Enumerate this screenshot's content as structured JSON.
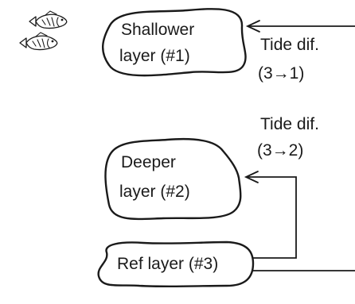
{
  "layers": {
    "shallow": {
      "line1": "Shallower",
      "line2": "layer (#1)"
    },
    "deeper": {
      "line1": "Deeper",
      "line2": "layer (#2)"
    },
    "reference": {
      "label": "Ref layer (#3)"
    }
  },
  "annotations": {
    "tide_3_to_1": {
      "line1": "Tide dif.",
      "line2": "(3→1)"
    },
    "tide_3_to_2": {
      "line1": "Tide dif.",
      "line2": "(3→2)"
    }
  },
  "icons": {
    "fish": "fish-icon"
  }
}
